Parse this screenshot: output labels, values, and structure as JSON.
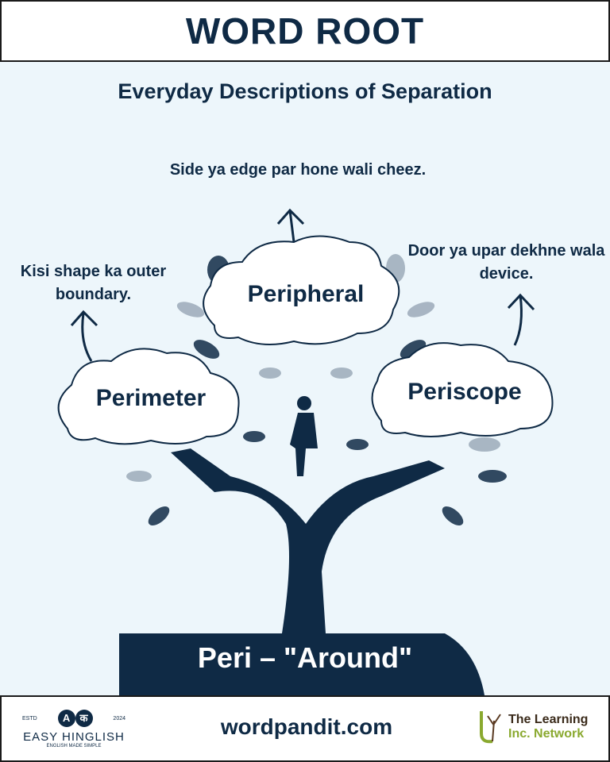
{
  "header": {
    "title": "WORD ROOT"
  },
  "subtitle": "Everyday Descriptions of Separation",
  "words": [
    {
      "word": "Perimeter",
      "meaning": "Kisi shape ka outer boundary."
    },
    {
      "word": "Peripheral",
      "meaning": "Side ya edge par hone wali cheez."
    },
    {
      "word": "Periscope",
      "meaning": "Door ya upar dekhne wala device."
    }
  ],
  "root": "Peri – \"Around\"",
  "footer": {
    "site": "wordpandit.com",
    "left_logo": {
      "name": "EASY HINGLISH",
      "tagline": "ENGLISH MADE SIMPLE",
      "estd": "ESTD",
      "year": "2024",
      "a": "A",
      "ka": "क"
    },
    "right_logo": {
      "line1": "The Learning",
      "line2": "Inc. Network"
    }
  },
  "colors": {
    "navy": "#0f2a45",
    "background": "#edf6fb",
    "green": "#8aa92f"
  }
}
